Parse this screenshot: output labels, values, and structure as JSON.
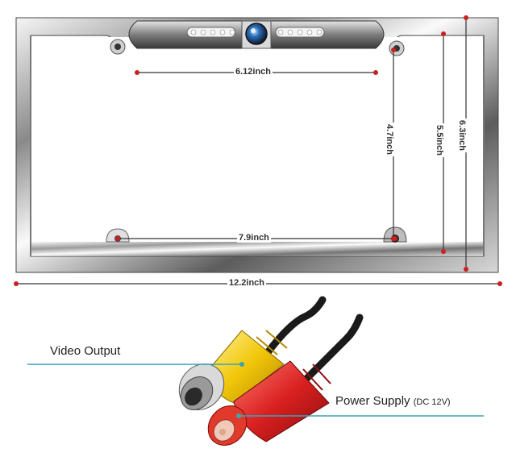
{
  "dimensions": {
    "top_width": "6.12inch",
    "inner_height": "4.7inch",
    "mid_height": "5.5inch",
    "outer_height": "6.3inch",
    "bottom_width": "7.9inch",
    "overall_width": "12.2inch"
  },
  "callouts": {
    "video_output": "Video Output",
    "power_supply": "Power Supply",
    "power_spec": "(DC 12V)"
  },
  "colors": {
    "dimension_marker": "#cc1f1f",
    "video_connector": "#f2c70a",
    "power_connector": "#d92020",
    "callout_line": "#3aa4b8"
  }
}
